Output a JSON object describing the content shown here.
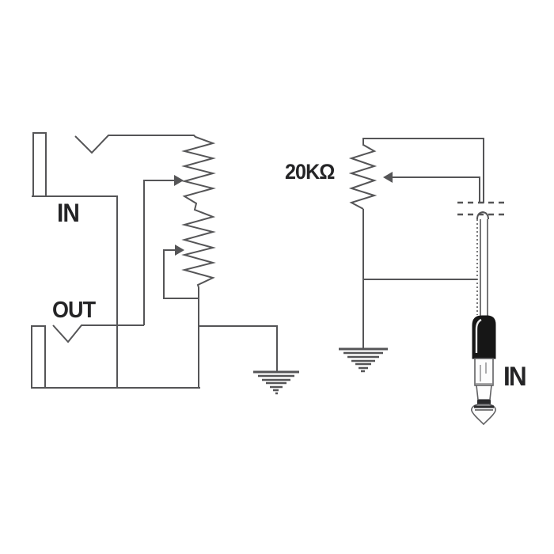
{
  "diagram": {
    "left_circuit": {
      "input_label": "IN",
      "output_label": "OUT"
    },
    "right_circuit": {
      "potentiometer_value": "20KΩ",
      "plug_label": "IN"
    },
    "components": [
      "input-jack",
      "output-jack",
      "dual-section-potentiometer",
      "wiper-arrows",
      "earth-ground-symbols",
      "20k-potentiometer",
      "jack-socket-dashed",
      "quarter-inch-phone-plug"
    ]
  },
  "colors": {
    "line": "#555557",
    "text": "#242426",
    "plug_body": "#161616",
    "background": "#ffffff"
  }
}
